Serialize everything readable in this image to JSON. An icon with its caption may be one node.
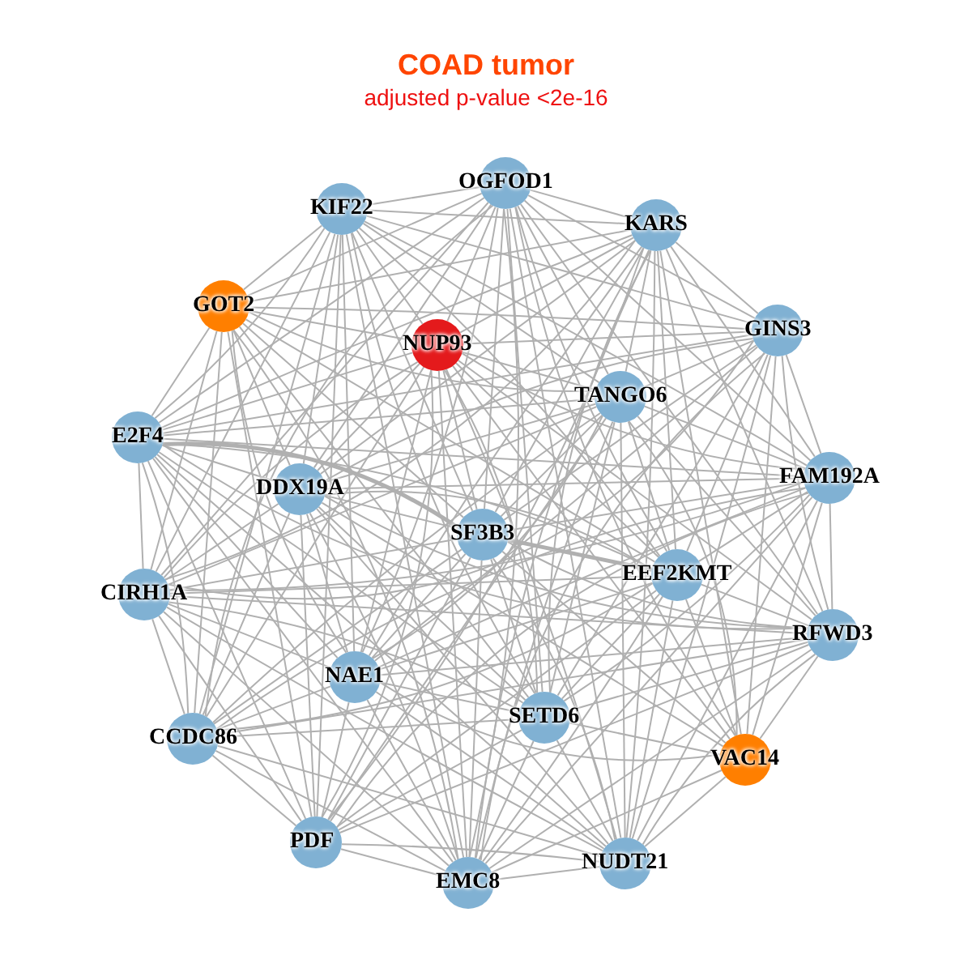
{
  "diagram": {
    "title": "COAD tumor",
    "nodes": [
      {
        "text": [
          "OGFOD1"
        ]
      },
      {
        "text": [
          "KIF22"
        ]
      },
      {
        "text": [
          "KARS"
        ]
      },
      {
        "text": [
          "GOT2"
        ]
      },
      {
        "text": [
          "NUP93"
        ]
      },
      {
        "text": [
          "GINS3"
        ]
      },
      {
        "text": [
          "TANGO6"
        ]
      },
      {
        "text": [
          "E2F4"
        ]
      },
      {
        "text": [
          "DDX19A"
        ]
      },
      {
        "text": [
          "FAM192A"
        ]
      },
      {
        "text": [
          "SF3B3"
        ]
      },
      {
        "text": [
          "EEF2KMT"
        ]
      },
      {
        "text": [
          "CIRH1A"
        ]
      },
      {
        "text": [
          "RFWD3"
        ]
      },
      {
        "text": [
          "NAE1"
        ]
      },
      {
        "text": [
          "SETD6"
        ]
      },
      {
        "text": [
          "CCDC86"
        ]
      },
      {
        "text": [
          "VAC14"
        ]
      },
      {
        "text": [
          "PDF"
        ]
      },
      {
        "text": [
          "EMC8"
        ]
      },
      {
        "text": [
          "NUDT21"
        ]
      }
    ],
    "edges": [
      {
        "from": 0,
        "to": 1,
        "arrow": "none"
      },
      {
        "from": 0,
        "to": 2,
        "arrow": "none"
      },
      {
        "from": 0,
        "to": 3,
        "arrow": "none"
      },
      {
        "from": 0,
        "to": 4,
        "arrow": "none"
      },
      {
        "from": 0,
        "to": 5,
        "arrow": "none"
      },
      {
        "from": 0,
        "to": 6,
        "arrow": "none"
      },
      {
        "from": 0,
        "to": 7,
        "arrow": "none"
      },
      {
        "from": 0,
        "to": 8,
        "arrow": "none"
      },
      {
        "from": 0,
        "to": 9,
        "arrow": "none"
      },
      {
        "from": 0,
        "to": 10,
        "arrow": "none"
      },
      {
        "from": 0,
        "to": 11,
        "arrow": "none"
      },
      {
        "from": 0,
        "to": 12,
        "arrow": "none"
      },
      {
        "from": 0,
        "to": 13,
        "arrow": "none"
      },
      {
        "from": 0,
        "to": 14,
        "arrow": "none"
      },
      {
        "from": 0,
        "to": 15,
        "arrow": "none"
      },
      {
        "from": 0,
        "to": 16,
        "arrow": "none"
      },
      {
        "from": 0,
        "to": 17,
        "arrow": "none"
      },
      {
        "from": 0,
        "to": 19,
        "arrow": "none"
      },
      {
        "from": 0,
        "to": 20,
        "arrow": "none"
      },
      {
        "from": 1,
        "to": 2,
        "arrow": "none"
      },
      {
        "from": 1,
        "to": 3,
        "arrow": "none"
      },
      {
        "from": 1,
        "to": 4,
        "arrow": "none"
      },
      {
        "from": 1,
        "to": 5,
        "arrow": "none"
      },
      {
        "from": 1,
        "to": 6,
        "arrow": "none"
      },
      {
        "from": 1,
        "to": 7,
        "arrow": "none"
      },
      {
        "from": 1,
        "to": 8,
        "arrow": "none"
      },
      {
        "from": 1,
        "to": 9,
        "arrow": "none"
      },
      {
        "from": 1,
        "to": 10,
        "arrow": "none"
      },
      {
        "from": 1,
        "to": 11,
        "arrow": "none"
      },
      {
        "from": 1,
        "to": 12,
        "arrow": "none"
      },
      {
        "from": 1,
        "to": 14,
        "arrow": "none"
      },
      {
        "from": 1,
        "to": 15,
        "arrow": "none"
      },
      {
        "from": 1,
        "to": 16,
        "arrow": "none"
      },
      {
        "from": 1,
        "to": 18,
        "arrow": "none"
      },
      {
        "from": 1,
        "to": 19,
        "arrow": "none"
      },
      {
        "from": 2,
        "to": 3,
        "arrow": "none"
      },
      {
        "from": 2,
        "to": 4,
        "arrow": "none"
      },
      {
        "from": 2,
        "to": 5,
        "arrow": "none"
      },
      {
        "from": 2,
        "to": 6,
        "arrow": "none"
      },
      {
        "from": 2,
        "to": 7,
        "arrow": "none"
      },
      {
        "from": 2,
        "to": 8,
        "arrow": "none"
      },
      {
        "from": 2,
        "to": 9,
        "arrow": "none"
      },
      {
        "from": 2,
        "to": 10,
        "arrow": "none"
      },
      {
        "from": 2,
        "to": 11,
        "arrow": "none"
      },
      {
        "from": 2,
        "to": 12,
        "arrow": "none"
      },
      {
        "from": 2,
        "to": 13,
        "arrow": "none"
      },
      {
        "from": 2,
        "to": 14,
        "arrow": "none"
      },
      {
        "from": 2,
        "to": 15,
        "arrow": "none"
      },
      {
        "from": 2,
        "to": 17,
        "arrow": "none"
      },
      {
        "from": 2,
        "to": 18,
        "arrow": "none"
      },
      {
        "from": 2,
        "to": 19,
        "arrow": "none"
      },
      {
        "from": 2,
        "to": 20,
        "arrow": "none"
      },
      {
        "from": 3,
        "to": 4,
        "arrow": "none"
      },
      {
        "from": 3,
        "to": 5,
        "arrow": "none"
      },
      {
        "from": 3,
        "to": 6,
        "arrow": "none"
      },
      {
        "from": 3,
        "to": 7,
        "arrow": "none"
      },
      {
        "from": 3,
        "to": 8,
        "arrow": "none"
      },
      {
        "from": 3,
        "to": 10,
        "arrow": "none"
      },
      {
        "from": 3,
        "to": 11,
        "arrow": "none"
      },
      {
        "from": 3,
        "to": 12,
        "arrow": "none"
      },
      {
        "from": 3,
        "to": 14,
        "arrow": "none"
      },
      {
        "from": 3,
        "to": 15,
        "arrow": "none"
      },
      {
        "from": 3,
        "to": 16,
        "arrow": "none"
      },
      {
        "from": 3,
        "to": 18,
        "arrow": "none"
      },
      {
        "from": 3,
        "to": 19,
        "arrow": "none"
      },
      {
        "from": 4,
        "to": 5,
        "arrow": "none"
      },
      {
        "from": 4,
        "to": 6,
        "arrow": "none"
      },
      {
        "from": 4,
        "to": 7,
        "arrow": "none"
      },
      {
        "from": 4,
        "to": 8,
        "arrow": "none"
      },
      {
        "from": 4,
        "to": 9,
        "arrow": "none"
      },
      {
        "from": 4,
        "to": 10,
        "arrow": "none"
      },
      {
        "from": 4,
        "to": 11,
        "arrow": "none"
      },
      {
        "from": 4,
        "to": 12,
        "arrow": "none"
      },
      {
        "from": 4,
        "to": 13,
        "arrow": "none"
      },
      {
        "from": 4,
        "to": 14,
        "arrow": "none"
      },
      {
        "from": 4,
        "to": 15,
        "arrow": "none"
      },
      {
        "from": 4,
        "to": 16,
        "arrow": "none"
      },
      {
        "from": 4,
        "to": 17,
        "arrow": "none"
      },
      {
        "from": 4,
        "to": 18,
        "arrow": "none"
      },
      {
        "from": 4,
        "to": 19,
        "arrow": "none"
      },
      {
        "from": 4,
        "to": 20,
        "arrow": "none"
      },
      {
        "from": 5,
        "to": 6,
        "arrow": "none"
      },
      {
        "from": 5,
        "to": 7,
        "arrow": "none"
      },
      {
        "from": 5,
        "to": 8,
        "arrow": "none"
      },
      {
        "from": 5,
        "to": 9,
        "arrow": "none"
      },
      {
        "from": 5,
        "to": 10,
        "arrow": "none"
      },
      {
        "from": 5,
        "to": 11,
        "arrow": "none"
      },
      {
        "from": 5,
        "to": 12,
        "arrow": "none"
      },
      {
        "from": 5,
        "to": 13,
        "arrow": "none"
      },
      {
        "from": 5,
        "to": 14,
        "arrow": "none"
      },
      {
        "from": 5,
        "to": 15,
        "arrow": "none"
      },
      {
        "from": 5,
        "to": 17,
        "arrow": "none"
      },
      {
        "from": 5,
        "to": 19,
        "arrow": "none"
      },
      {
        "from": 5,
        "to": 20,
        "arrow": "none"
      },
      {
        "from": 6,
        "to": 7,
        "arrow": "none"
      },
      {
        "from": 6,
        "to": 8,
        "arrow": "none"
      },
      {
        "from": 6,
        "to": 9,
        "arrow": "none"
      },
      {
        "from": 6,
        "to": 10,
        "arrow": "none"
      },
      {
        "from": 6,
        "to": 11,
        "arrow": "none"
      },
      {
        "from": 6,
        "to": 12,
        "arrow": "none"
      },
      {
        "from": 6,
        "to": 13,
        "arrow": "none"
      },
      {
        "from": 6,
        "to": 14,
        "arrow": "none"
      },
      {
        "from": 6,
        "to": 15,
        "arrow": "none"
      },
      {
        "from": 6,
        "to": 16,
        "arrow": "none"
      },
      {
        "from": 6,
        "to": 17,
        "arrow": "none"
      },
      {
        "from": 6,
        "to": 18,
        "arrow": "none"
      },
      {
        "from": 6,
        "to": 19,
        "arrow": "none"
      },
      {
        "from": 6,
        "to": 20,
        "arrow": "none"
      },
      {
        "from": 7,
        "to": 8,
        "arrow": "none"
      },
      {
        "from": 7,
        "to": 9,
        "arrow": "none"
      },
      {
        "from": 7,
        "to": 10,
        "arrow": "none",
        "style": "thick"
      },
      {
        "from": 7,
        "to": 11,
        "arrow": "none"
      },
      {
        "from": 7,
        "to": 12,
        "arrow": "none"
      },
      {
        "from": 7,
        "to": 13,
        "arrow": "none"
      },
      {
        "from": 7,
        "to": 14,
        "arrow": "none"
      },
      {
        "from": 7,
        "to": 15,
        "arrow": "none"
      },
      {
        "from": 7,
        "to": 16,
        "arrow": "none"
      },
      {
        "from": 7,
        "to": 18,
        "arrow": "none"
      },
      {
        "from": 7,
        "to": 19,
        "arrow": "none"
      },
      {
        "from": 7,
        "to": 20,
        "arrow": "none"
      },
      {
        "from": 8,
        "to": 9,
        "arrow": "none"
      },
      {
        "from": 8,
        "to": 10,
        "arrow": "none"
      },
      {
        "from": 8,
        "to": 11,
        "arrow": "none"
      },
      {
        "from": 8,
        "to": 12,
        "arrow": "none"
      },
      {
        "from": 8,
        "to": 13,
        "arrow": "none"
      },
      {
        "from": 8,
        "to": 14,
        "arrow": "none"
      },
      {
        "from": 8,
        "to": 15,
        "arrow": "none"
      },
      {
        "from": 8,
        "to": 16,
        "arrow": "none"
      },
      {
        "from": 8,
        "to": 17,
        "arrow": "none"
      },
      {
        "from": 8,
        "to": 18,
        "arrow": "none"
      },
      {
        "from": 8,
        "to": 19,
        "arrow": "none"
      },
      {
        "from": 8,
        "to": 20,
        "arrow": "none"
      },
      {
        "from": 9,
        "to": 10,
        "arrow": "none"
      },
      {
        "from": 9,
        "to": 11,
        "arrow": "none"
      },
      {
        "from": 9,
        "to": 12,
        "arrow": "none"
      },
      {
        "from": 9,
        "to": 13,
        "arrow": "none"
      },
      {
        "from": 9,
        "to": 14,
        "arrow": "none"
      },
      {
        "from": 9,
        "to": 15,
        "arrow": "none"
      },
      {
        "from": 9,
        "to": 16,
        "arrow": "none"
      },
      {
        "from": 9,
        "to": 17,
        "arrow": "none"
      },
      {
        "from": 9,
        "to": 18,
        "arrow": "none"
      },
      {
        "from": 9,
        "to": 19,
        "arrow": "none"
      },
      {
        "from": 9,
        "to": 20,
        "arrow": "none"
      },
      {
        "from": 10,
        "to": 11,
        "arrow": "none",
        "style": "thick"
      },
      {
        "from": 10,
        "to": 12,
        "arrow": "none"
      },
      {
        "from": 10,
        "to": 13,
        "arrow": "none"
      },
      {
        "from": 10,
        "to": 14,
        "arrow": "none"
      },
      {
        "from": 10,
        "to": 15,
        "arrow": "none"
      },
      {
        "from": 10,
        "to": 16,
        "arrow": "none"
      },
      {
        "from": 10,
        "to": 17,
        "arrow": "none"
      },
      {
        "from": 10,
        "to": 18,
        "arrow": "none"
      },
      {
        "from": 10,
        "to": 19,
        "arrow": "none"
      },
      {
        "from": 10,
        "to": 20,
        "arrow": "none"
      },
      {
        "from": 11,
        "to": 12,
        "arrow": "none"
      },
      {
        "from": 11,
        "to": 13,
        "arrow": "none"
      },
      {
        "from": 11,
        "to": 14,
        "arrow": "none"
      },
      {
        "from": 11,
        "to": 15,
        "arrow": "none"
      },
      {
        "from": 11,
        "to": 16,
        "arrow": "none"
      },
      {
        "from": 11,
        "to": 17,
        "arrow": "none"
      },
      {
        "from": 11,
        "to": 18,
        "arrow": "none"
      },
      {
        "from": 11,
        "to": 19,
        "arrow": "none"
      },
      {
        "from": 11,
        "to": 20,
        "arrow": "none"
      },
      {
        "from": 12,
        "to": 13,
        "arrow": "none"
      },
      {
        "from": 12,
        "to": 14,
        "arrow": "none"
      },
      {
        "from": 12,
        "to": 15,
        "arrow": "none"
      },
      {
        "from": 12,
        "to": 16,
        "arrow": "none"
      },
      {
        "from": 12,
        "to": 18,
        "arrow": "none"
      },
      {
        "from": 12,
        "to": 19,
        "arrow": "none"
      },
      {
        "from": 12,
        "to": 20,
        "arrow": "none"
      },
      {
        "from": 13,
        "to": 14,
        "arrow": "none"
      },
      {
        "from": 13,
        "to": 15,
        "arrow": "none"
      },
      {
        "from": 13,
        "to": 16,
        "arrow": "none"
      },
      {
        "from": 13,
        "to": 17,
        "arrow": "none"
      },
      {
        "from": 13,
        "to": 18,
        "arrow": "none"
      },
      {
        "from": 13,
        "to": 19,
        "arrow": "none"
      },
      {
        "from": 13,
        "to": 20,
        "arrow": "none"
      },
      {
        "from": 14,
        "to": 15,
        "arrow": "none"
      },
      {
        "from": 14,
        "to": 16,
        "arrow": "none"
      },
      {
        "from": 14,
        "to": 17,
        "arrow": "none"
      },
      {
        "from": 14,
        "to": 18,
        "arrow": "none"
      },
      {
        "from": 14,
        "to": 19,
        "arrow": "none"
      },
      {
        "from": 14,
        "to": 20,
        "arrow": "none"
      },
      {
        "from": 15,
        "to": 16,
        "arrow": "none"
      },
      {
        "from": 15,
        "to": 17,
        "arrow": "none"
      },
      {
        "from": 15,
        "to": 18,
        "arrow": "none"
      },
      {
        "from": 15,
        "to": 19,
        "arrow": "none"
      },
      {
        "from": 15,
        "to": 20,
        "arrow": "none"
      },
      {
        "from": 16,
        "to": 18,
        "arrow": "none"
      },
      {
        "from": 16,
        "to": 19,
        "arrow": "none"
      },
      {
        "from": 16,
        "to": 20,
        "arrow": "none"
      },
      {
        "from": 17,
        "to": 19,
        "arrow": "none"
      },
      {
        "from": 17,
        "to": 20,
        "arrow": "none"
      },
      {
        "from": 18,
        "to": 19,
        "arrow": "none"
      },
      {
        "from": 18,
        "to": 20,
        "arrow": "none"
      },
      {
        "from": 19,
        "to": 20,
        "arrow": "none"
      }
    ],
    "labels": [
      "adjusted p-value <2e-16"
    ]
  }
}
